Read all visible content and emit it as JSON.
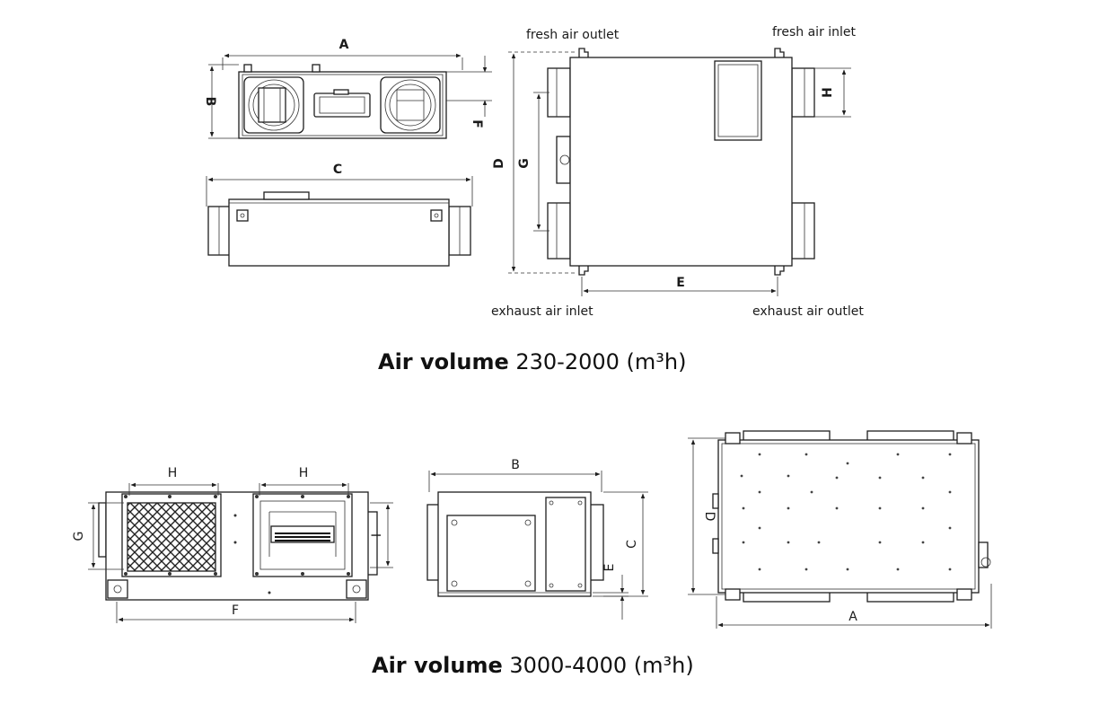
{
  "top": {
    "dimensions": {
      "a": "A",
      "b": "B",
      "c": "C",
      "d": "D",
      "e": "E",
      "f": "F",
      "g": "G",
      "h": "H"
    },
    "ports": {
      "fresh_air_outlet": "fresh air outlet",
      "fresh_air_inlet": "fresh air inlet",
      "exhaust_air_inlet": "exhaust air inlet",
      "exhaust_air_outlet": "exhaust air outlet"
    },
    "caption": {
      "bold": "Air volume",
      "rest": " 230-2000 (m³h)"
    }
  },
  "bottom": {
    "dimensions": {
      "h1": "H",
      "h2": "H",
      "g": "G",
      "i": "I",
      "f": "F",
      "b": "B",
      "c": "C",
      "e": "E",
      "d": "D",
      "a": "A"
    },
    "caption": {
      "bold": "Air volume",
      "rest": " 3000-4000 (m³h)"
    }
  }
}
